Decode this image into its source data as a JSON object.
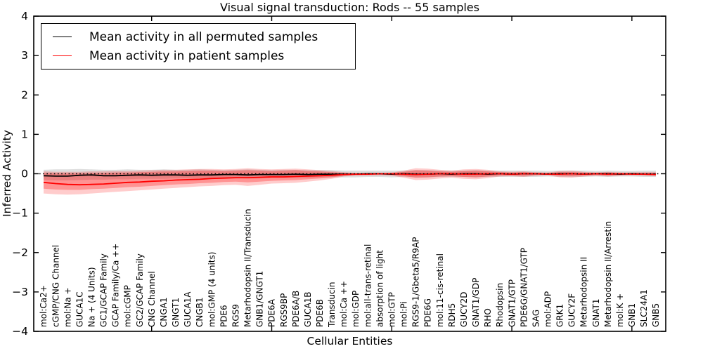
{
  "chart_data": {
    "type": "line",
    "title": "Visual signal transduction: Rods -- 55 samples",
    "xlabel": "Cellular Entities",
    "ylabel": "Inferred Activity",
    "ylim": [
      -4,
      4
    ],
    "yticks": [
      4,
      3,
      2,
      1,
      0,
      -1,
      -2,
      -3,
      -4
    ],
    "yticklabels": [
      "4",
      "3",
      "2",
      "1",
      "0",
      "−1",
      "−2",
      "−3",
      "−4"
    ],
    "x_major_ticks": [
      9,
      19,
      29,
      39,
      49
    ],
    "grid": false,
    "zero_line": true,
    "legend": {
      "position": "upper left",
      "items": [
        {
          "key": "permuted-mean",
          "label": "Mean activity in all permuted samples",
          "color": "#000000"
        },
        {
          "key": "patient-mean",
          "label": "Mean activity in patient samples",
          "color": "#ff0000"
        }
      ]
    },
    "categories": [
      "mol:Ca2+",
      "cGMP/CNG Channel",
      "mol:Na +",
      "GUCA1C",
      "Na + (4 Units)",
      "GC1/GCAP Family",
      "GCAP Family/Ca ++",
      "mol:cGMP",
      "GC2/GCAP Family",
      "CNG Channel",
      "CNGA1",
      "GNGT1",
      "GUCA1A",
      "CNGB1",
      "mol:GMP (4 units)",
      "PDE6",
      "RGS9",
      "Metarhodopsin II/Transducin",
      "GNB1/GNGT1",
      "PDE6A",
      "RGS9BP",
      "PDE6A/B",
      "GUCA1B",
      "PDE6B",
      "Transducin",
      "mol:Ca ++",
      "mol:GDP",
      "mol:all-trans-retinal",
      "absorption of light",
      "mol:GTP",
      "mol:Pi",
      "RGS9-1/Gbeta5/R9AP",
      "PDE6G",
      "mol:11-cis-retinal",
      "RDH5",
      "GUCY2D",
      "GNAT1/GDP",
      "RHO",
      "Rhodopsin",
      "GNAT1/GTP",
      "PDE6G/GNAT1/GTP",
      "SAG",
      "mol:ADP",
      "GRK1",
      "GUCY2F",
      "Metarhodopsin II",
      "GNAT1",
      "Metarhodopsin II/Arrestin",
      "mol:K +",
      "GNB1",
      "SLC24A1",
      "GNB5"
    ],
    "series": [
      {
        "key": "permuted-mean",
        "name": "Mean activity in all permuted samples",
        "color": "#000000",
        "values": [
          -0.05,
          -0.06,
          -0.06,
          -0.04,
          -0.03,
          -0.05,
          -0.05,
          -0.04,
          -0.03,
          -0.04,
          -0.03,
          -0.03,
          -0.04,
          -0.03,
          -0.03,
          -0.02,
          -0.02,
          -0.03,
          -0.02,
          -0.02,
          -0.02,
          -0.01,
          -0.02,
          -0.01,
          -0.01,
          -0.01,
          -0.01,
          0.0,
          0.0,
          -0.01,
          0.0,
          -0.01,
          -0.01,
          0.0,
          -0.01,
          0.0,
          0.0,
          -0.01,
          0.0,
          -0.01,
          0.0,
          0.0,
          -0.01,
          0.0,
          0.0,
          -0.01,
          0.0,
          0.0,
          -0.01,
          0.0,
          -0.01,
          -0.01
        ]
      },
      {
        "key": "patient-mean",
        "name": "Mean activity in patient samples",
        "color": "#ff0000",
        "values": [
          -0.22,
          -0.25,
          -0.27,
          -0.28,
          -0.27,
          -0.26,
          -0.24,
          -0.22,
          -0.21,
          -0.19,
          -0.18,
          -0.16,
          -0.15,
          -0.14,
          -0.12,
          -0.11,
          -0.1,
          -0.1,
          -0.09,
          -0.08,
          -0.08,
          -0.07,
          -0.06,
          -0.05,
          -0.04,
          -0.02,
          -0.01,
          -0.01,
          0.0,
          0.0,
          -0.01,
          -0.02,
          -0.01,
          0.0,
          0.0,
          -0.01,
          -0.01,
          0.0,
          0.0,
          -0.01,
          0.0,
          0.0,
          -0.01,
          -0.01,
          0.0,
          -0.01,
          0.0,
          -0.01,
          0.0,
          -0.01,
          -0.01,
          -0.02
        ]
      }
    ],
    "bands": [
      {
        "key": "permuted-range",
        "color": "#999999",
        "opacity": 0.32,
        "upper": [
          0.1,
          0.11,
          0.11,
          0.12,
          0.11,
          0.1,
          0.1,
          0.11,
          0.1,
          0.1,
          0.11,
          0.1,
          0.1,
          0.11,
          0.1,
          0.09,
          0.1,
          0.11,
          0.1,
          0.09,
          0.1,
          0.1,
          0.09,
          0.09,
          0.09,
          0.08,
          0.08,
          0.08,
          0.08,
          0.08,
          0.08,
          0.09,
          0.09,
          0.08,
          0.08,
          0.08,
          0.09,
          0.08,
          0.08,
          0.08,
          0.08,
          0.08,
          0.07,
          0.08,
          0.08,
          0.08,
          0.07,
          0.08,
          0.07,
          0.07,
          0.08,
          0.08
        ],
        "lower": [
          -0.16,
          -0.17,
          -0.17,
          -0.16,
          -0.15,
          -0.15,
          -0.14,
          -0.14,
          -0.13,
          -0.13,
          -0.13,
          -0.12,
          -0.12,
          -0.12,
          -0.11,
          -0.11,
          -0.11,
          -0.12,
          -0.11,
          -0.1,
          -0.1,
          -0.1,
          -0.1,
          -0.09,
          -0.09,
          -0.09,
          -0.09,
          -0.08,
          -0.08,
          -0.09,
          -0.08,
          -0.09,
          -0.09,
          -0.08,
          -0.08,
          -0.08,
          -0.09,
          -0.08,
          -0.08,
          -0.08,
          -0.08,
          -0.08,
          -0.07,
          -0.08,
          -0.08,
          -0.08,
          -0.07,
          -0.08,
          -0.07,
          -0.07,
          -0.08,
          -0.08
        ]
      },
      {
        "key": "patient-range-outer",
        "color": "#ff0000",
        "opacity": 0.2,
        "upper": [
          0.06,
          0.05,
          0.05,
          0.05,
          0.06,
          0.06,
          0.07,
          0.07,
          0.08,
          0.09,
          0.1,
          0.1,
          0.11,
          0.12,
          0.12,
          0.11,
          0.12,
          0.14,
          0.12,
          0.11,
          0.12,
          0.13,
          0.11,
          0.09,
          0.07,
          0.04,
          0.02,
          0.02,
          0.02,
          0.03,
          0.08,
          0.14,
          0.13,
          0.1,
          0.08,
          0.11,
          0.12,
          0.1,
          0.06,
          0.05,
          0.06,
          0.04,
          0.03,
          0.07,
          0.08,
          0.05,
          0.03,
          0.05,
          0.03,
          0.03,
          0.04,
          0.04
        ],
        "lower": [
          -0.5,
          -0.52,
          -0.53,
          -0.52,
          -0.5,
          -0.48,
          -0.46,
          -0.44,
          -0.42,
          -0.4,
          -0.38,
          -0.36,
          -0.34,
          -0.32,
          -0.31,
          -0.29,
          -0.28,
          -0.31,
          -0.28,
          -0.25,
          -0.24,
          -0.23,
          -0.2,
          -0.17,
          -0.13,
          -0.07,
          -0.05,
          -0.04,
          -0.04,
          -0.05,
          -0.1,
          -0.16,
          -0.15,
          -0.12,
          -0.1,
          -0.13,
          -0.14,
          -0.11,
          -0.07,
          -0.06,
          -0.08,
          -0.05,
          -0.04,
          -0.09,
          -0.1,
          -0.07,
          -0.05,
          -0.07,
          -0.05,
          -0.04,
          -0.05,
          -0.06
        ]
      },
      {
        "key": "patient-range-inner",
        "color": "#ff0000",
        "opacity": 0.28,
        "upper": [
          0.02,
          0.01,
          0.01,
          0.01,
          0.02,
          0.02,
          0.03,
          0.03,
          0.04,
          0.05,
          0.06,
          0.06,
          0.07,
          0.08,
          0.08,
          0.07,
          0.08,
          0.09,
          0.08,
          0.07,
          0.08,
          0.09,
          0.07,
          0.06,
          0.04,
          0.02,
          0.01,
          0.01,
          0.01,
          0.02,
          0.05,
          0.09,
          0.08,
          0.06,
          0.05,
          0.07,
          0.08,
          0.06,
          0.04,
          0.03,
          0.04,
          0.02,
          0.02,
          0.04,
          0.04,
          0.03,
          0.02,
          0.03,
          0.02,
          0.02,
          0.02,
          0.02
        ],
        "lower": [
          -0.38,
          -0.4,
          -0.41,
          -0.41,
          -0.39,
          -0.38,
          -0.36,
          -0.34,
          -0.33,
          -0.31,
          -0.29,
          -0.27,
          -0.26,
          -0.24,
          -0.23,
          -0.21,
          -0.2,
          -0.22,
          -0.2,
          -0.18,
          -0.17,
          -0.16,
          -0.14,
          -0.12,
          -0.09,
          -0.05,
          -0.03,
          -0.03,
          -0.02,
          -0.03,
          -0.06,
          -0.1,
          -0.09,
          -0.07,
          -0.06,
          -0.08,
          -0.09,
          -0.07,
          -0.04,
          -0.04,
          -0.05,
          -0.03,
          -0.02,
          -0.05,
          -0.06,
          -0.04,
          -0.03,
          -0.04,
          -0.03,
          -0.02,
          -0.03,
          -0.04
        ]
      }
    ]
  }
}
